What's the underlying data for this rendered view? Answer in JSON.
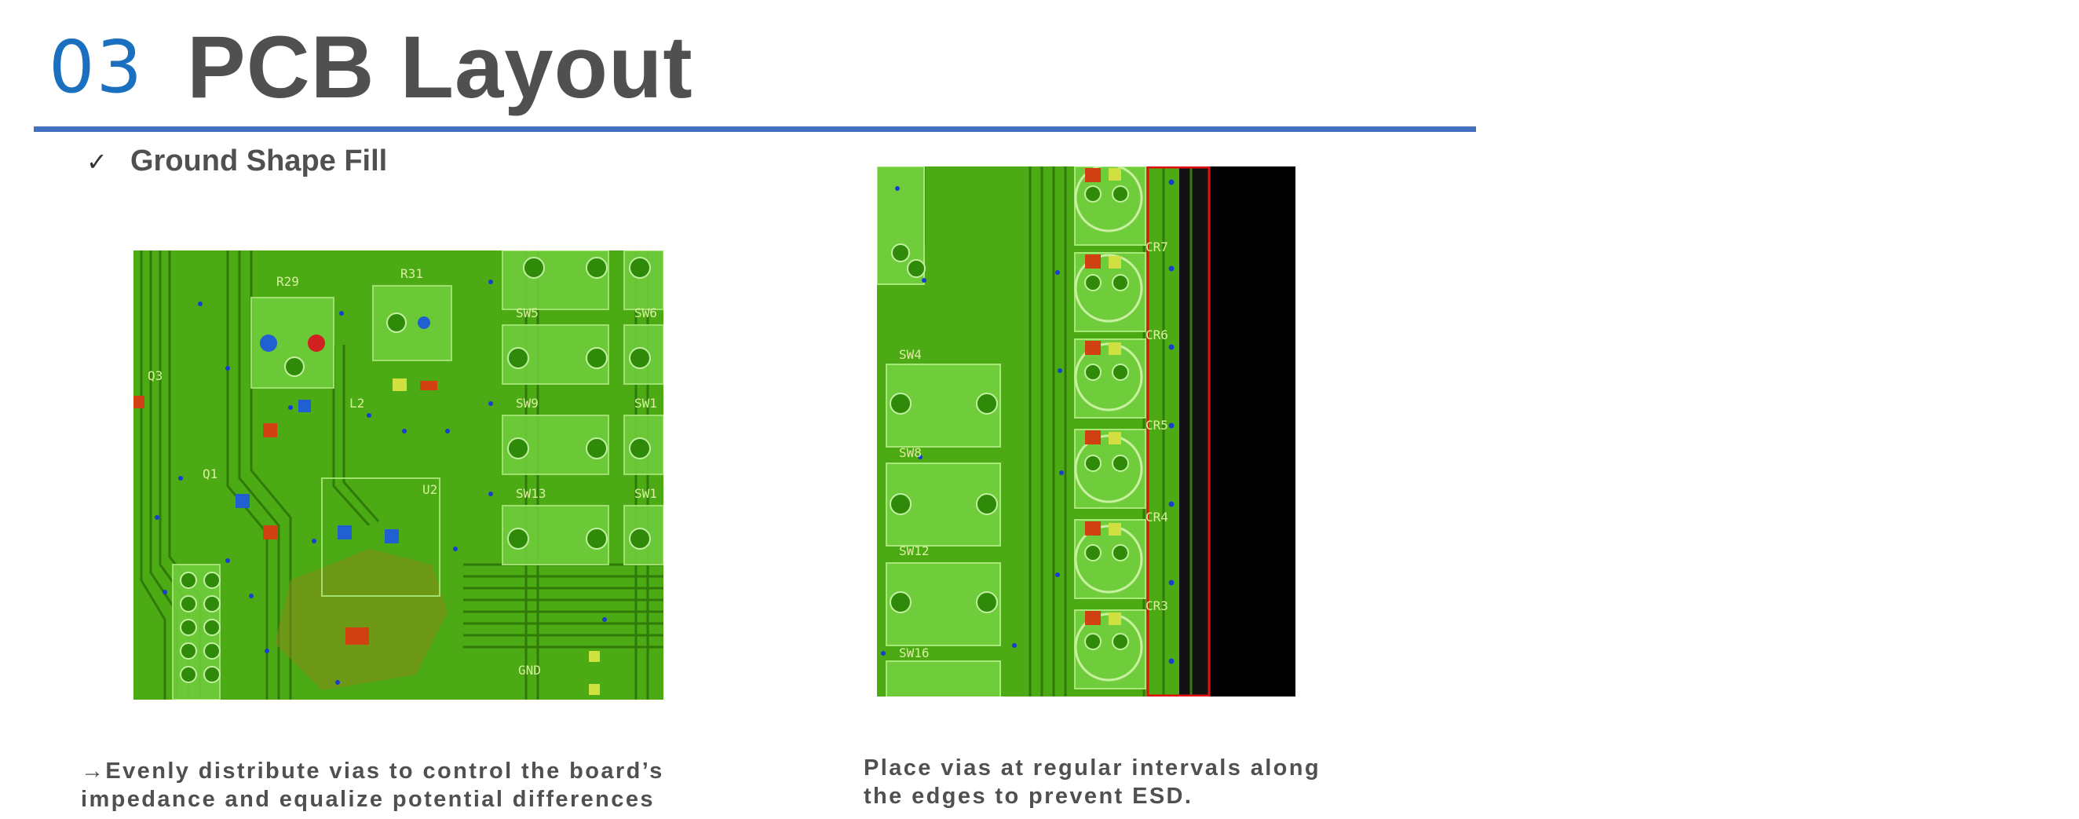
{
  "header": {
    "number": "03",
    "title": "PCB Layout"
  },
  "bullet": {
    "icon": "check-icon",
    "label": "Ground Shape Fill"
  },
  "left_board": {
    "labels": [
      "R29",
      "R31",
      "SW5",
      "SW6",
      "SW9",
      "SW1",
      "SW13",
      "SW1",
      "Q3",
      "Q1",
      "L2",
      "U2",
      "GND"
    ]
  },
  "right_board": {
    "labels": [
      "CR7",
      "CR6",
      "CR5",
      "CR4",
      "CR3",
      "SW4",
      "SW8",
      "SW12",
      "SW16"
    ]
  },
  "captions": {
    "left_line1": "→Evenly distribute vias to control the board’s",
    "left_line2": "impedance and equalize potential differences",
    "right_line1": "Place vias at regular intervals along",
    "right_line2": "the edges to prevent  ESD."
  },
  "colors": {
    "accent": "#1a6fbf",
    "rule": "#4470c0",
    "board_green": "#4caa14",
    "highlight_red": "#e01010"
  }
}
